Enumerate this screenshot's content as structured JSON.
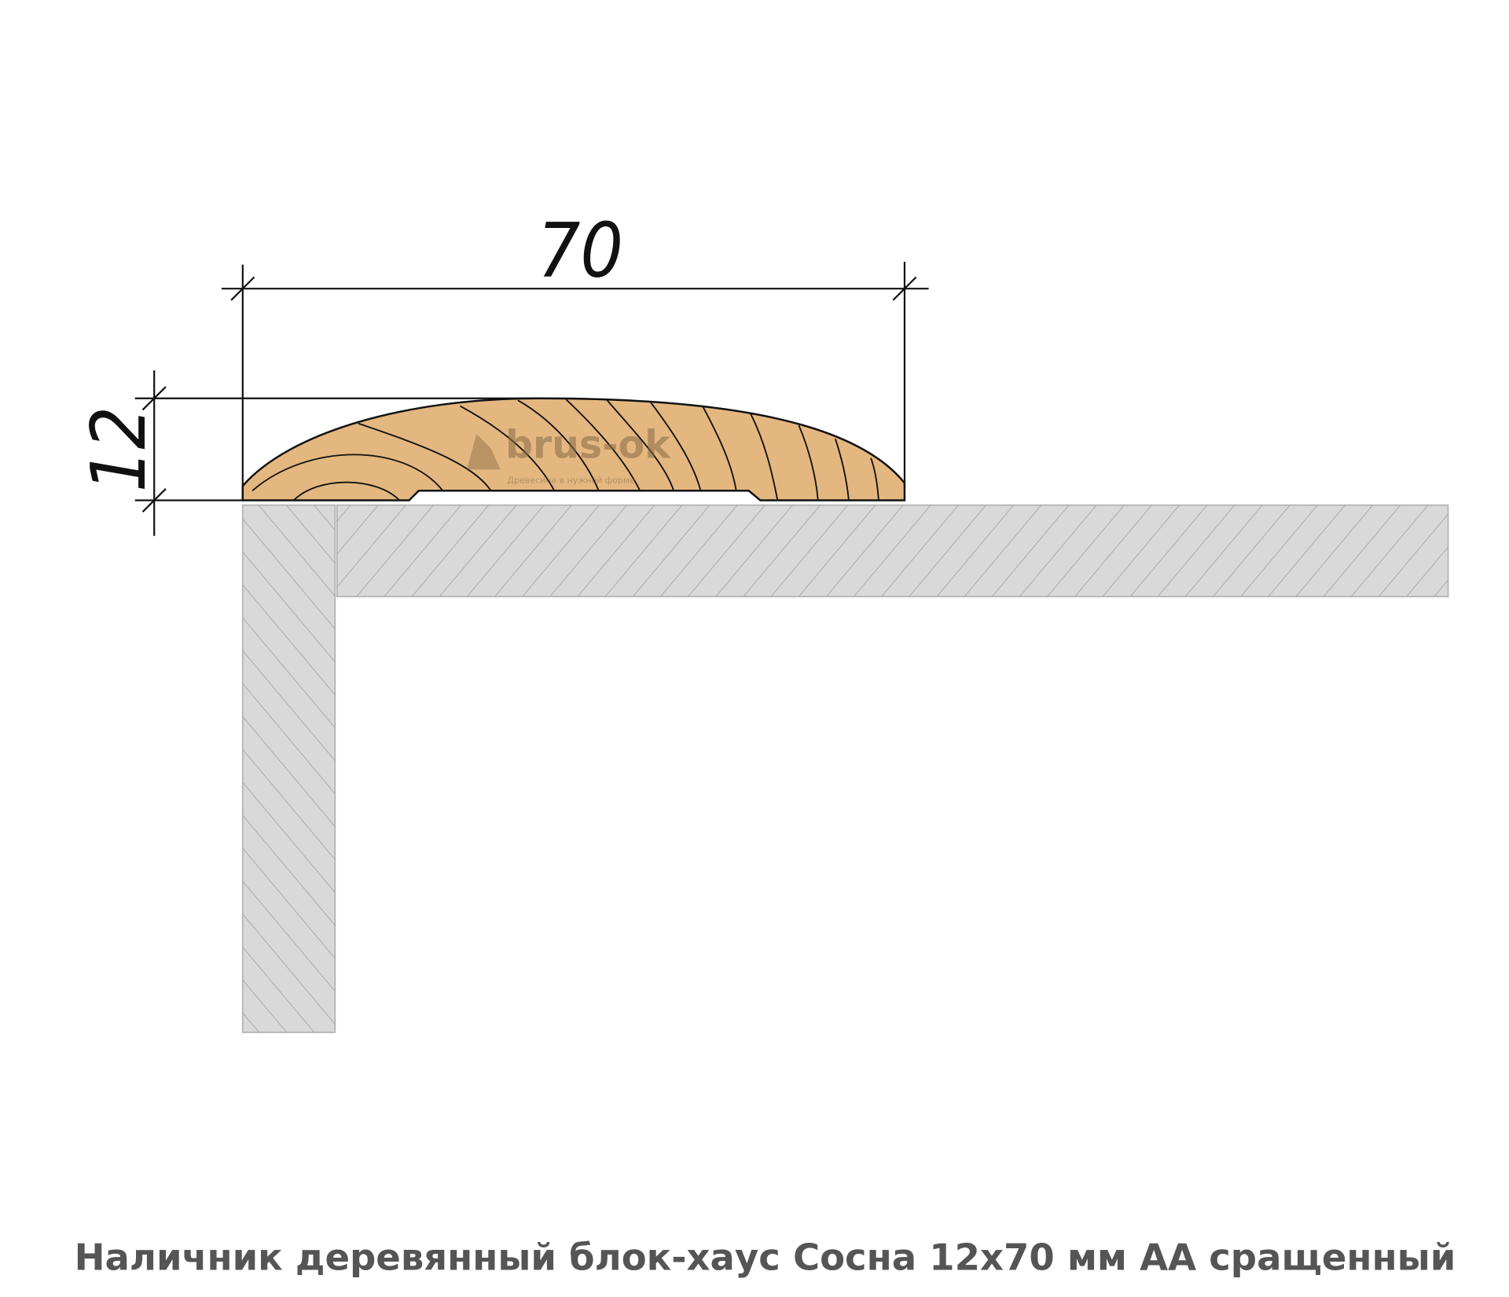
{
  "dimensions": {
    "width_label": "70",
    "thickness_label": "12"
  },
  "watermark": {
    "brand": "brus-ok",
    "tagline": "Древесина в нужной форме"
  },
  "caption": "Наличник деревянный блок-хаус Сосна 12х70 мм АА сращенный",
  "colors": {
    "wood": "#e3b77f",
    "wall": "#d9d9d9",
    "wall_hatch": "#9a9a9a",
    "caption": "#555555"
  }
}
